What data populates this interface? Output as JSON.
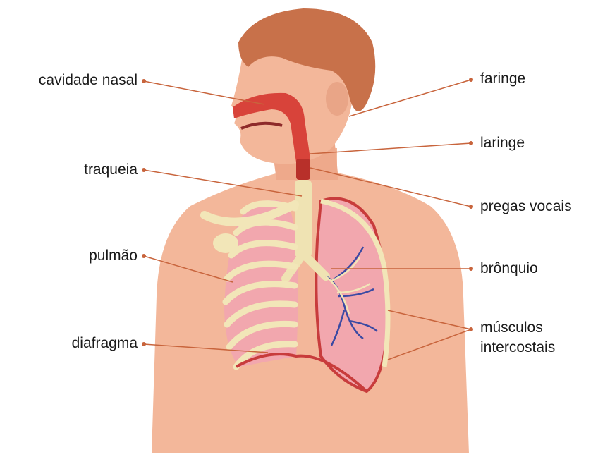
{
  "labels": {
    "cavidade_nasal": "cavidade nasal",
    "faringe": "faringe",
    "laringe": "laringe",
    "traqueia": "traqueia",
    "pregas_vocais": "pregas vocais",
    "pulmao": "pulmão",
    "bronquio": "brônquio",
    "diafragma": "diafragma",
    "musculos_line1": "músculos",
    "musculos_line2": "intercostais"
  },
  "colors": {
    "leader_line": "#c8643c",
    "skin": "#f3b79a",
    "hair": "#c8714a",
    "airway": "#d8433a",
    "ribs": "#f2e6b8",
    "lung": "#f2a7ae",
    "vessel": "#3b4aa3"
  }
}
